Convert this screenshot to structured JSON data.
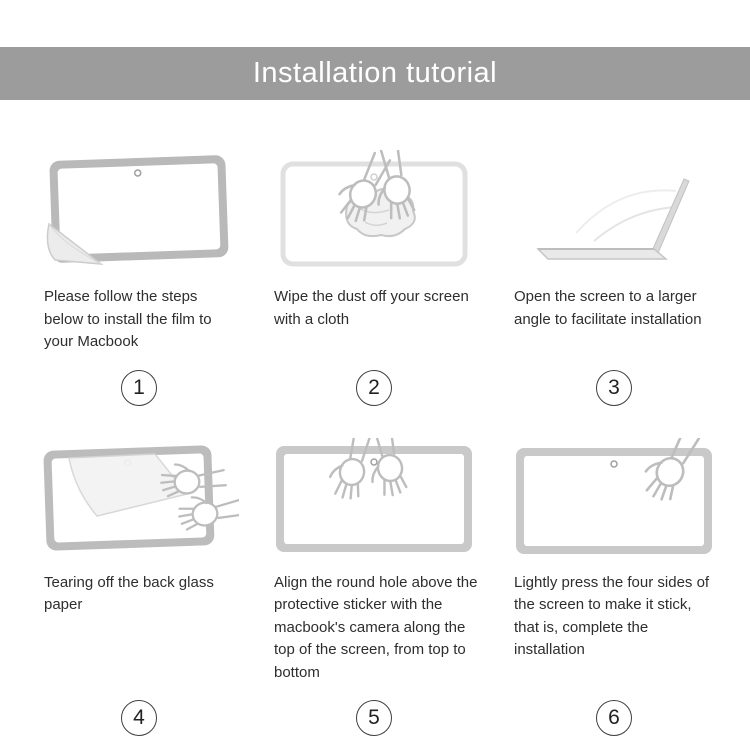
{
  "header": {
    "title": "Installation tutorial"
  },
  "colors": {
    "header_bg": "#9c9c9c",
    "header_text": "#ffffff",
    "caption_text": "#2e2e2e",
    "line_art": "#c6c6c6",
    "number_circle": "#3f3f3f"
  },
  "steps": [
    {
      "number": "1",
      "caption": "Please follow the steps below to install the film to your Macbook",
      "illustration": "tablet-with-peeling-film"
    },
    {
      "number": "2",
      "caption": "Wipe the dust off your screen with a cloth",
      "illustration": "hands-wiping-screen-with-cloth"
    },
    {
      "number": "3",
      "caption": "Open the screen to a larger angle to facilitate installation",
      "illustration": "laptop-opening-to-wide-angle"
    },
    {
      "number": "4",
      "caption": "Tearing off the back glass paper",
      "illustration": "hands-tearing-back-paper"
    },
    {
      "number": "5",
      "caption": "Align the round hole above the protective sticker with the macbook's camera along the top of the screen, from top to bottom",
      "illustration": "hands-aligning-film-with-camera"
    },
    {
      "number": "6",
      "caption": "Lightly press the four sides of the screen to make it stick, that is, complete the installation",
      "illustration": "hand-pressing-screen-edges"
    }
  ]
}
